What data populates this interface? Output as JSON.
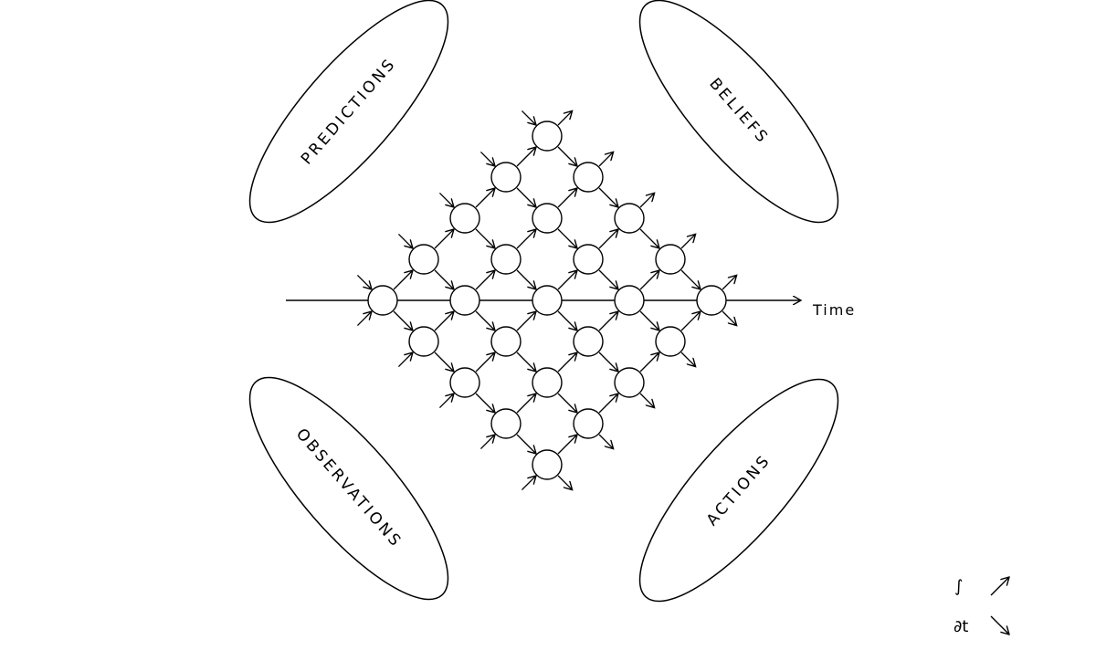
{
  "ellipses": {
    "predictions": "PREDICTIONS",
    "beliefs": "BELIEFS",
    "observations": "OBSERVATIONS",
    "actions": "ACTIONS"
  },
  "axis": {
    "label": "Time"
  },
  "legend": {
    "integral_symbol": "∫",
    "derivative_symbol": "∂t"
  }
}
